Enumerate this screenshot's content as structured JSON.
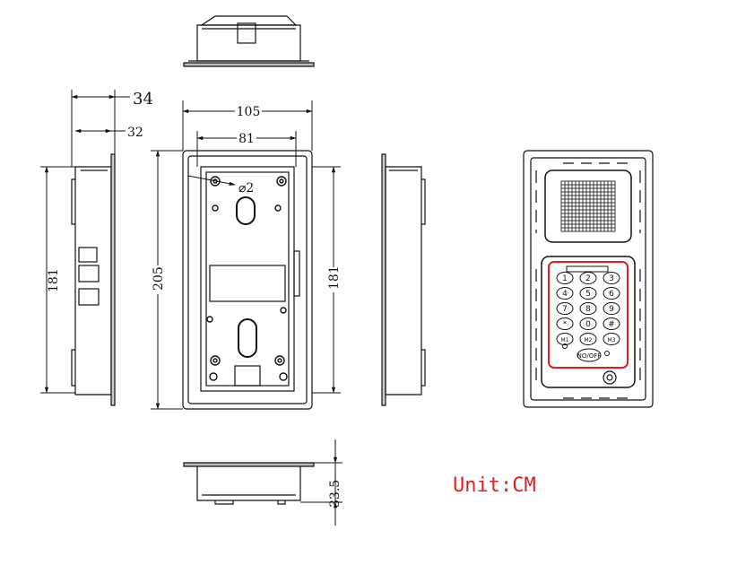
{
  "dimensions": {
    "depth_outer": "34",
    "depth_inner": "32",
    "side_height": "181",
    "width_outer": "105",
    "width_inner": "81",
    "hole_diameter": "⌀2",
    "height_outer": "205",
    "height_inner": "181",
    "bottom_depth": "33.5"
  },
  "unit_label": "Unit:CM",
  "keypad": {
    "keys": [
      "1",
      "2",
      "3",
      "4",
      "5",
      "6",
      "7",
      "8",
      "9",
      "*",
      "0",
      "#",
      "M1",
      "M2",
      "M3"
    ],
    "power_key": "NO/OFF"
  },
  "colors": {
    "line": "#111111",
    "highlight": "#e02020",
    "unit_text": "#e02020"
  }
}
